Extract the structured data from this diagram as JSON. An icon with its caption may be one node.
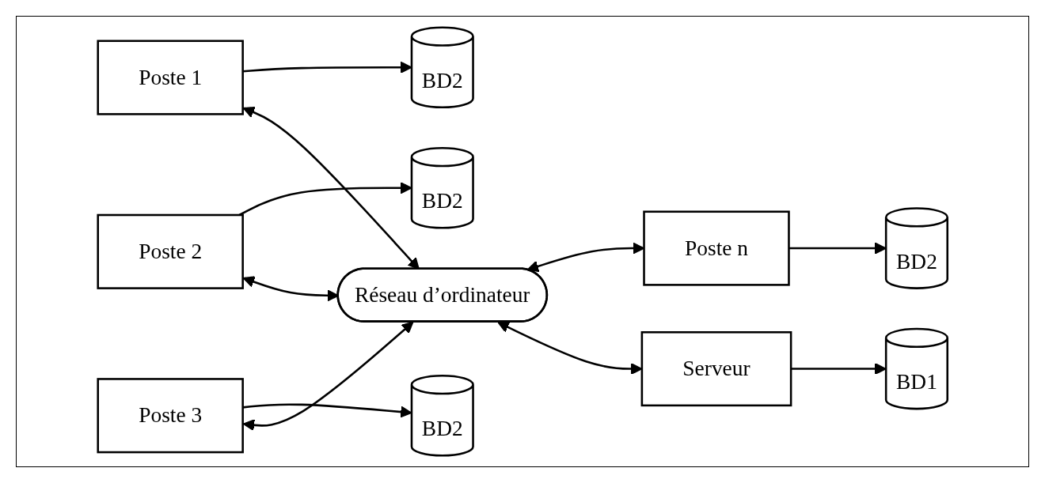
{
  "diagram": {
    "nodes": [
      {
        "text": [
          "BD2"
        ]
      },
      {
        "text": [
          "Poste 1"
        ]
      },
      {
        "text": [
          "BD2"
        ]
      },
      {
        "text": [
          "Poste 2"
        ]
      },
      {
        "text": [
          "BD2"
        ]
      },
      {
        "text": [
          "Poste 3"
        ]
      },
      {
        "text": [
          "Réseau d’ordinateur"
        ]
      },
      {
        "text": [
          "Serveur"
        ]
      },
      {
        "text": [
          "BD1"
        ]
      },
      {
        "text": [
          "BD2"
        ]
      },
      {
        "text": [
          "Poste n"
        ]
      }
    ],
    "edges": [
      {
        "from": 1,
        "to": 0,
        "arrow": "to"
      },
      {
        "from": 3,
        "to": 2,
        "arrow": "to"
      },
      {
        "from": 5,
        "to": 4,
        "arrow": "to"
      },
      {
        "from": 10,
        "to": 9,
        "arrow": "to"
      },
      {
        "from": 1,
        "to": 6,
        "arrow": "both"
      },
      {
        "from": 3,
        "to": 6,
        "arrow": "both"
      },
      {
        "from": 5,
        "to": 6,
        "arrow": "both"
      },
      {
        "from": 10,
        "to": 6,
        "arrow": "both"
      },
      {
        "from": 6,
        "to": 7,
        "arrow": "both"
      },
      {
        "from": 7,
        "to": 8,
        "arrow": "to"
      }
    ]
  }
}
